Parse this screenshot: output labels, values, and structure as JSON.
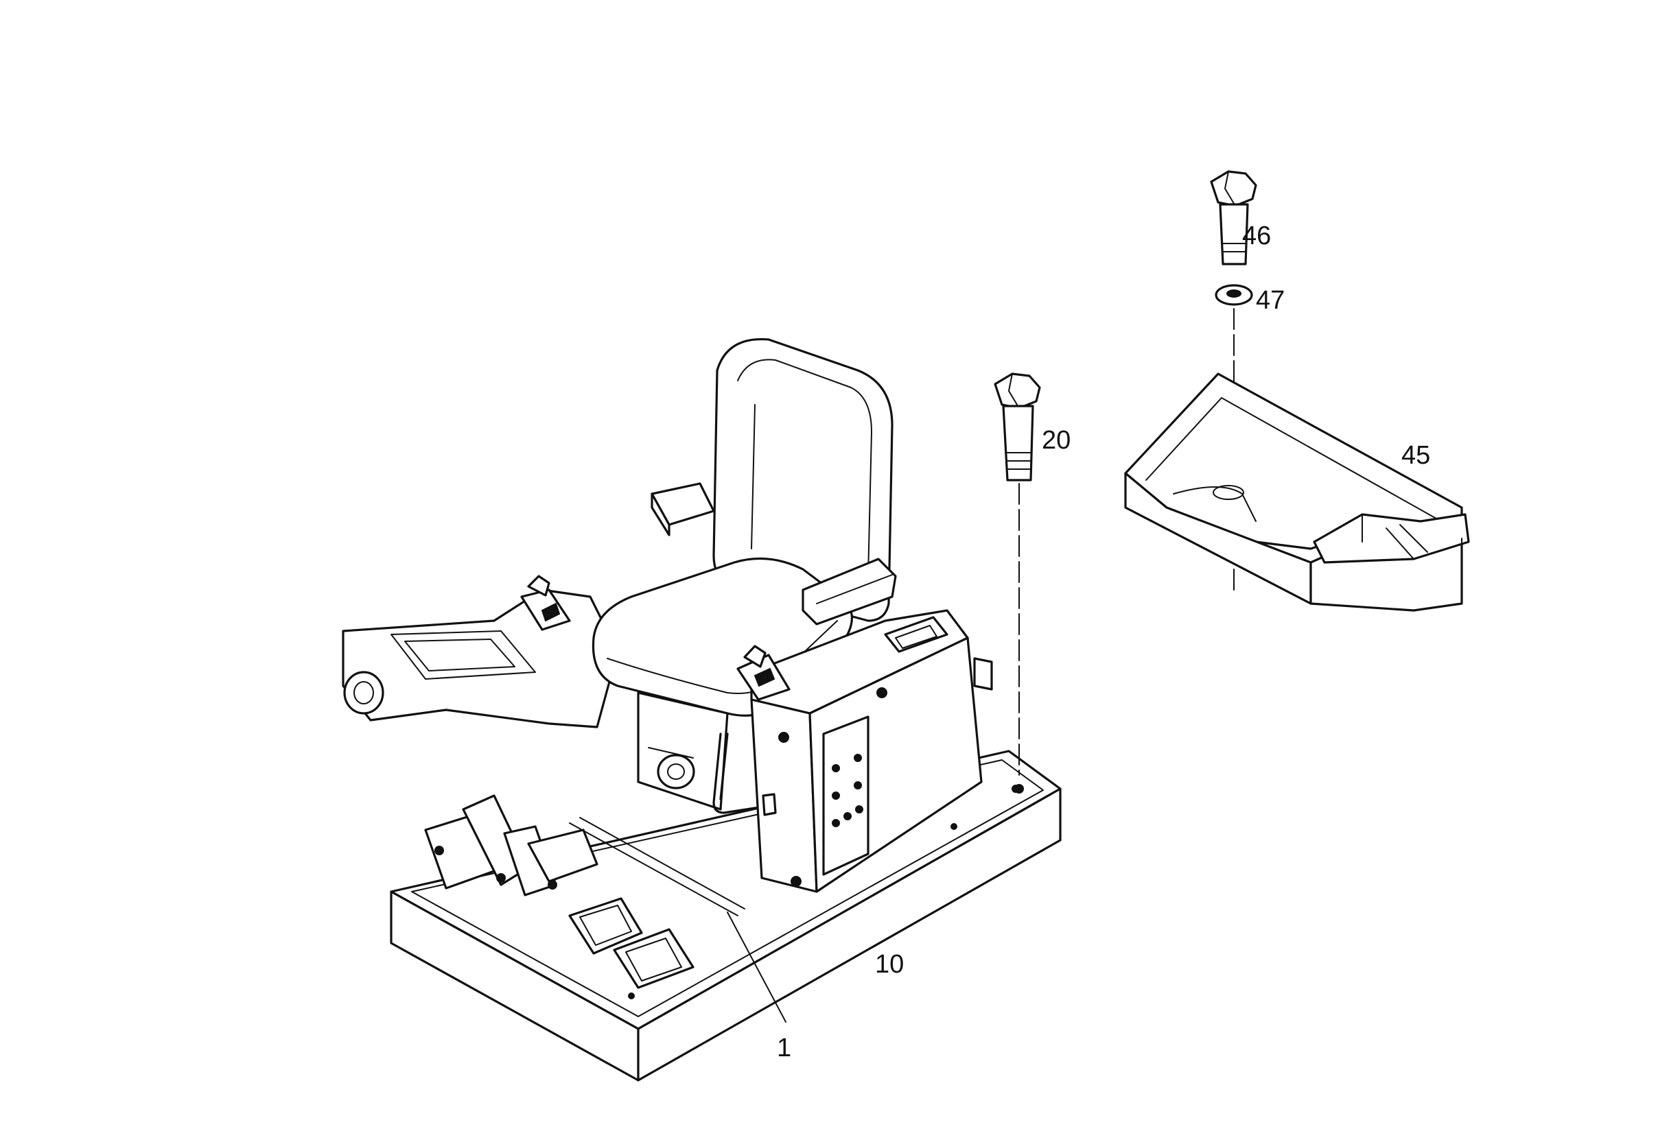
{
  "callouts": {
    "c1": "1",
    "c10": "10",
    "c20": "20",
    "c45": "45",
    "c46": "46",
    "c47": "47"
  }
}
